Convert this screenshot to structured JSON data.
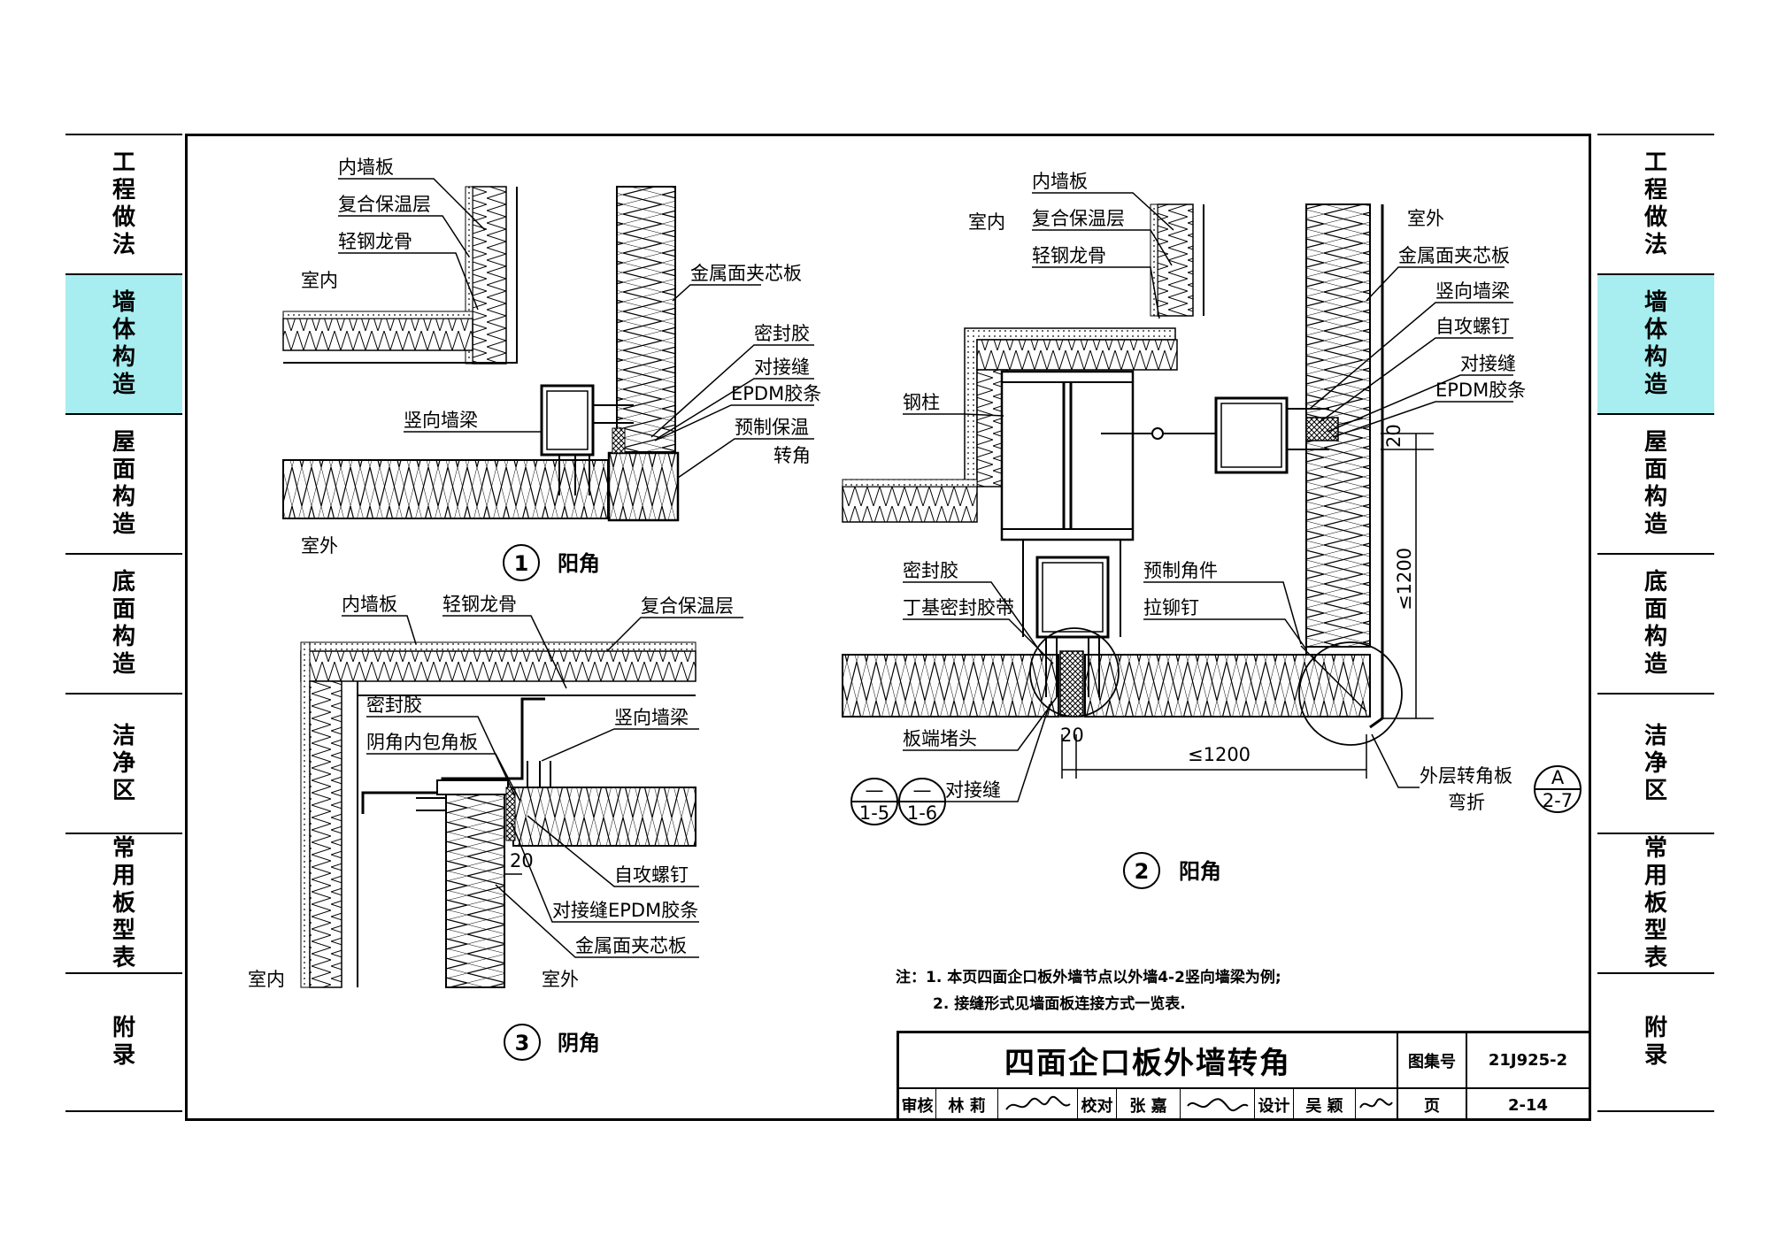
{
  "sidebar": {
    "left": [
      "工程做法",
      "墙体构造",
      "屋面构造",
      "底面构造",
      "洁净区",
      "常用板型表",
      "附录"
    ],
    "right": [
      "工程做法",
      "墙体构造",
      "屋面构造",
      "底面构造",
      "洁净区",
      "常用板型表",
      "附录"
    ],
    "active_index": 1
  },
  "detail1": {
    "labels": {
      "inner_panel": "内墙板",
      "composite_insulation": "复合保温层",
      "light_steel_keel": "轻钢龙骨",
      "indoor": "室内",
      "metal_sandwich": "金属面夹芯板",
      "sealant": "密封胶",
      "butt_joint": "对接缝",
      "epdm": "EPDM胶条",
      "vertical_beam": "竖向墙梁",
      "prefab_insul": "预制保温",
      "corner": "转角",
      "outdoor": "室外"
    },
    "number": "1",
    "caption": "阳角"
  },
  "detail2": {
    "labels": {
      "inner_panel": "内墙板",
      "indoor": "室内",
      "composite_insulation": "复合保温层",
      "light_steel_keel": "轻钢龙骨",
      "outdoor": "室外",
      "metal_sandwich": "金属面夹芯板",
      "vertical_beam": "竖向墙梁",
      "self_tapping": "自攻螺钉",
      "butt_joint": "对接缝",
      "epdm": "EPDM胶条",
      "steel_column": "钢柱",
      "sealant": "密封胶",
      "butyl_tape": "丁基密封胶带",
      "prefab_corner": "预制角件",
      "rivet": "拉铆钉",
      "panel_end_cap": "板端堵头",
      "butt_joint2": "对接缝",
      "outer_corner_plate": "外层转角板",
      "bend": "弯折",
      "dim_20a": "20",
      "dim_1200a": "≤1200",
      "dim_20b": "20",
      "dim_1200b": "≤1200",
      "ref1_top": "—",
      "ref1_bottom": "1-5",
      "ref2_top": "—",
      "ref2_bottom": "1-6",
      "refA_top": "A",
      "refA_bottom": "2-7"
    },
    "number": "2",
    "caption": "阳角"
  },
  "detail3": {
    "labels": {
      "inner_panel": "内墙板",
      "light_steel_keel": "轻钢龙骨",
      "composite_insulation": "复合保温层",
      "sealant": "密封胶",
      "inner_corner_plate": "阴角内包角板",
      "vertical_beam": "竖向墙梁",
      "dim_20": "20",
      "self_tapping": "自攻螺钉",
      "butt_epdm": "对接缝EPDM胶条",
      "metal_sandwich": "金属面夹芯板",
      "indoor": "室内",
      "outdoor": "室外"
    },
    "number": "3",
    "caption": "阴角"
  },
  "notes": {
    "line1": "注：1. 本页四面企口板外墙节点以外墙4-2竖向墙梁为例;",
    "line2": "2. 接缝形式见墙面板连接方式一览表."
  },
  "titleblock": {
    "title": "四面企口板外墙转角",
    "atlas_label": "图集号",
    "atlas_no": "21J925-2",
    "review_label": "审核",
    "reviewer": "林 莉",
    "check_label": "校对",
    "checker": "张 嘉",
    "design_label": "设计",
    "designer": "吴 颖",
    "page_label": "页",
    "page_no": "2-14"
  },
  "colors": {
    "active_tab": "#a8eef0",
    "line": "#000000",
    "paper": "#ffffff"
  }
}
